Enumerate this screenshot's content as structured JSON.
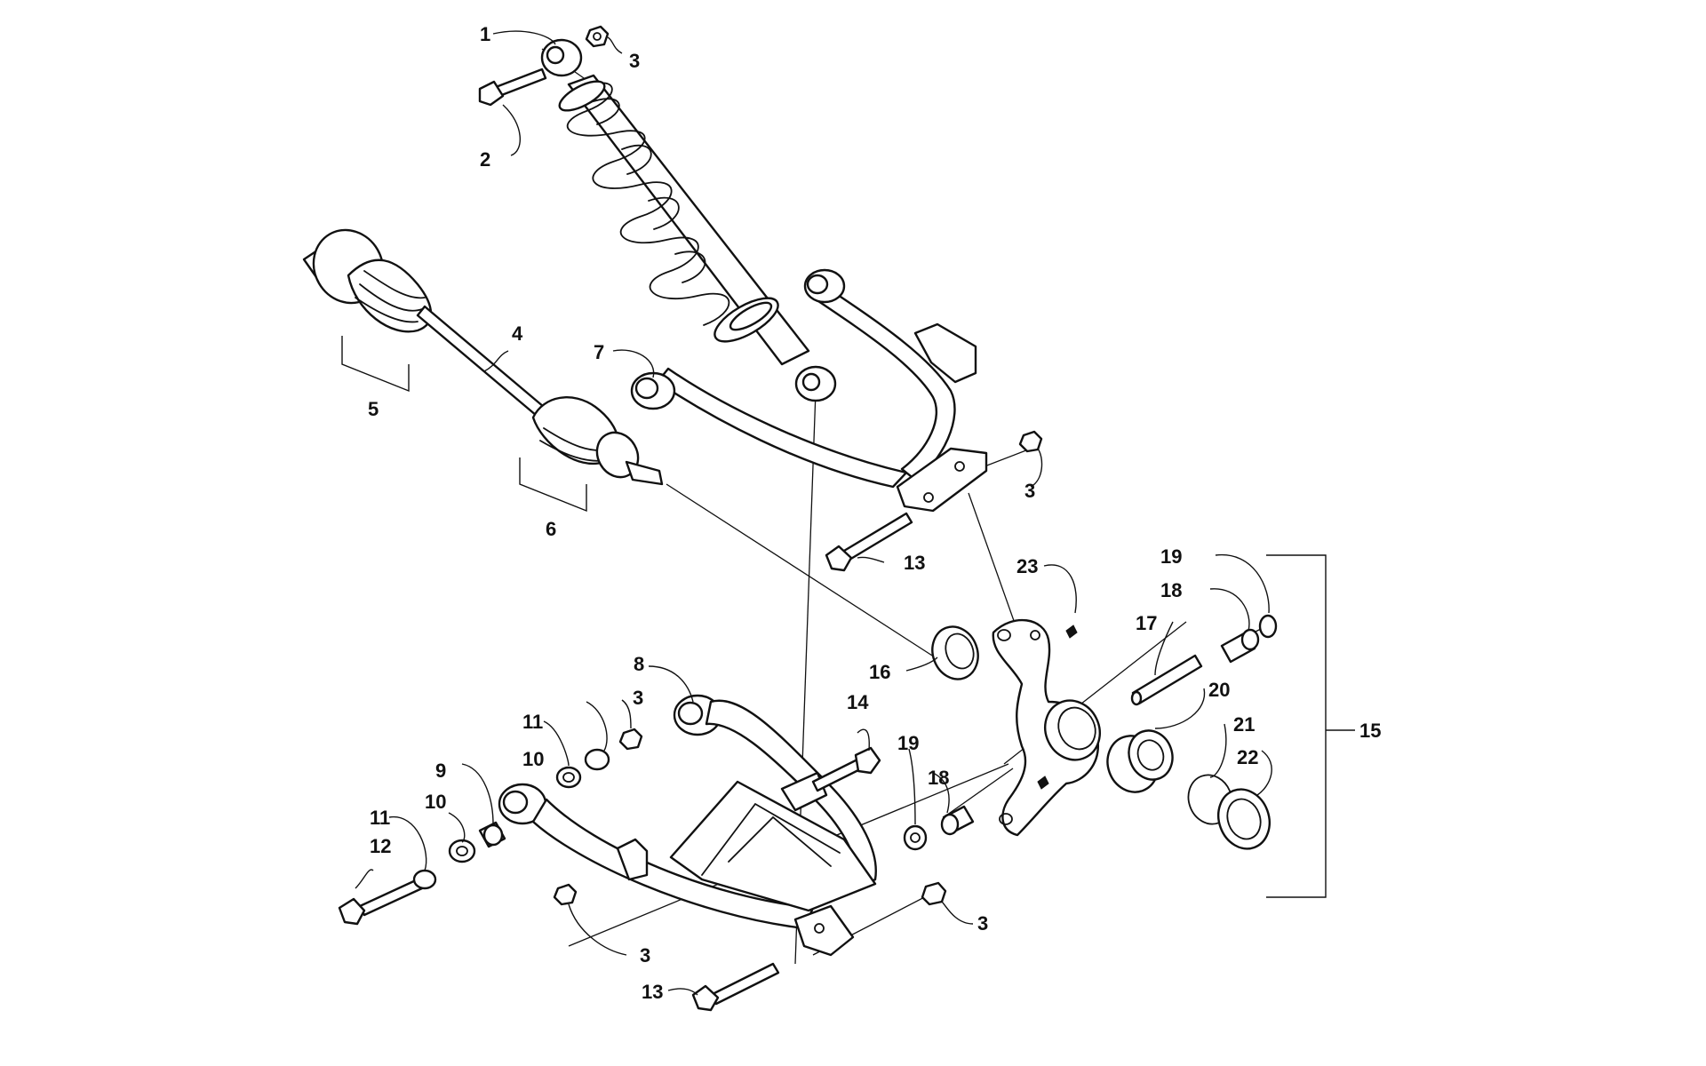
{
  "diagram": {
    "colors": {
      "line": "#111111",
      "background": "#ffffff"
    },
    "callouts": {
      "c1": "1",
      "c2": "2",
      "c3a": "3",
      "c3b": "3",
      "c3c": "3",
      "c3d": "3",
      "c3e": "3",
      "c4": "4",
      "c5": "5",
      "c6": "6",
      "c7": "7",
      "c8": "8",
      "c9": "9",
      "c10a": "10",
      "c10b": "10",
      "c11a": "11",
      "c11b": "11",
      "c12": "12",
      "c13a": "13",
      "c13b": "13",
      "c14": "14",
      "c15": "15",
      "c16": "16",
      "c17": "17",
      "c18a": "18",
      "c18b": "18",
      "c19a": "19",
      "c19b": "19",
      "c20": "20",
      "c21": "21",
      "c22": "22",
      "c23": "23"
    }
  }
}
